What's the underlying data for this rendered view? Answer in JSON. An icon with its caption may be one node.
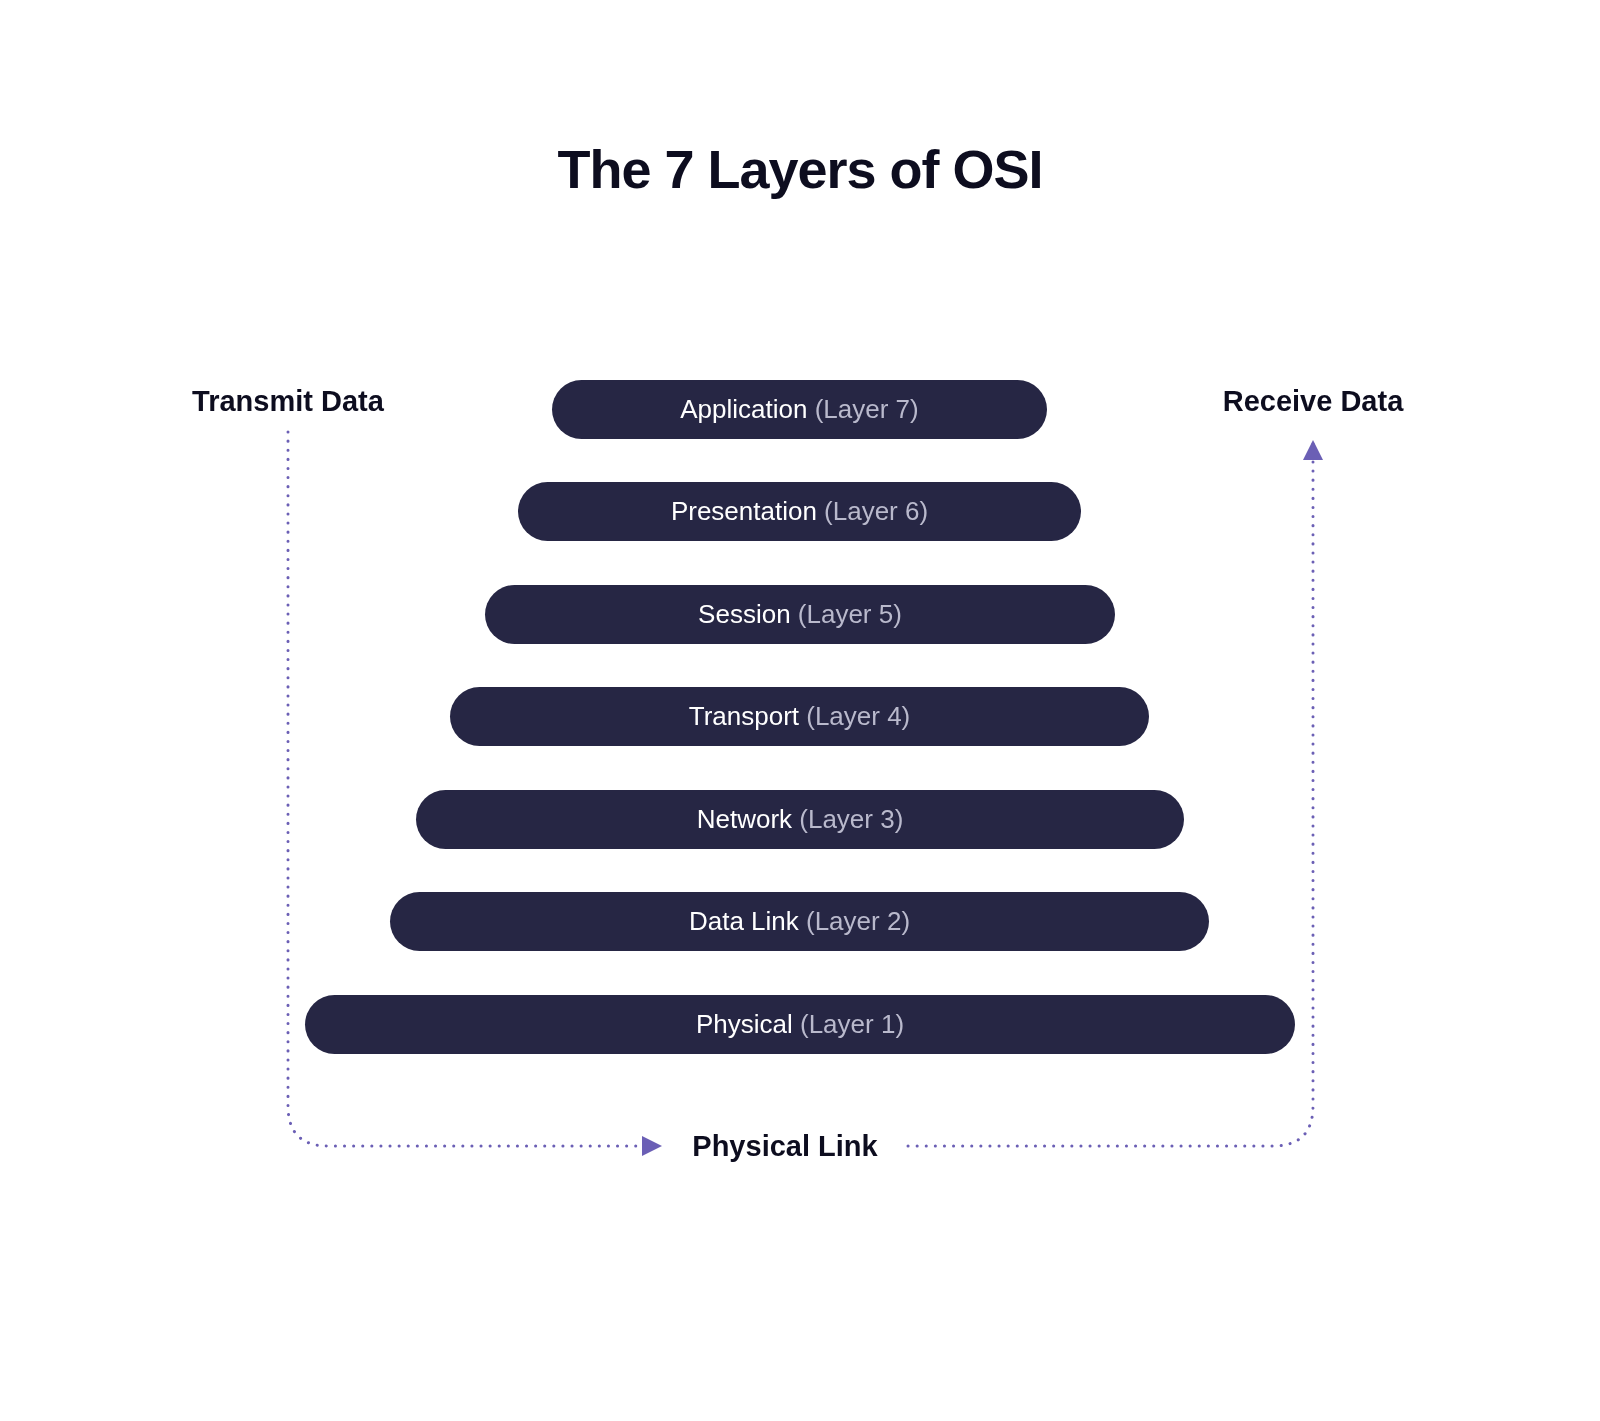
{
  "diagram": {
    "title": "The 7 Layers of OSI",
    "nodes": [
      {
        "text": [
          "Transmit Data"
        ]
      },
      {
        "text": [
          "**Application** (Layer 7)"
        ]
      },
      {
        "text": [
          "Receive Data"
        ]
      },
      {
        "text": [
          "**Presentation** (Layer 6)"
        ]
      },
      {
        "text": [
          "**Session** (Layer 5)"
        ]
      },
      {
        "text": [
          "**Transport** (Layer 4)"
        ]
      },
      {
        "text": [
          "**Network** (Layer 3)"
        ]
      },
      {
        "text": [
          "**Data Link** (Layer 2)"
        ]
      },
      {
        "text": [
          "**Physical** (Layer 1)"
        ]
      },
      {
        "text": [
          "Physical Link"
        ]
      }
    ],
    "edges": [
      {
        "from": 0,
        "to": 9,
        "arrow": "to",
        "style": "dashed",
        "color": "#6b5fb5"
      },
      {
        "from": 9,
        "to": 2,
        "arrow": "to",
        "style": "dashed",
        "color": "#6b5fb5"
      }
    ]
  }
}
